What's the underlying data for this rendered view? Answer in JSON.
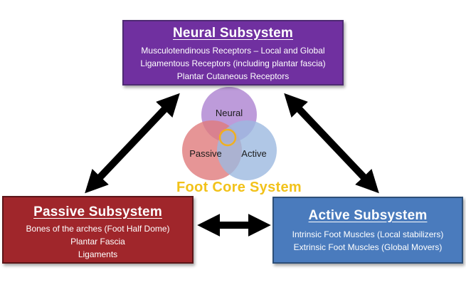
{
  "colors": {
    "neural": "#7030a0",
    "passive": "#a0262b",
    "active": "#4a7bbd",
    "arrow": "#000000",
    "core_title": "#f2c21a",
    "circle_neural": "#b18ad3",
    "circle_passive": "#e07a7c",
    "circle_active": "#9cb9e0",
    "center_ring": "#f0b020"
  },
  "neural": {
    "title": "Neural Subsystem",
    "lines": [
      "Musculotendinous Receptors – Local and Global",
      "Ligamentous Receptors (including plantar fascia)",
      "Plantar Cutaneous Receptors"
    ]
  },
  "passive": {
    "title": "Passive Subsystem",
    "lines": [
      "Bones of the arches (Foot Half Dome)",
      "Plantar Fascia",
      "Ligaments"
    ]
  },
  "active": {
    "title": "Active Subsystem",
    "lines": [
      "Intrinsic Foot Muscles (Local stabilizers)",
      "Extrinsic Foot Muscles (Global Movers)"
    ]
  },
  "venn": {
    "neural_label": "Neural",
    "passive_label": "Passive",
    "active_label": "Active"
  },
  "core_title": "Foot Core System",
  "arrows": [
    {
      "name": "neural-passive",
      "bidirectional": true
    },
    {
      "name": "neural-active",
      "bidirectional": true
    },
    {
      "name": "passive-active",
      "bidirectional": true
    }
  ]
}
